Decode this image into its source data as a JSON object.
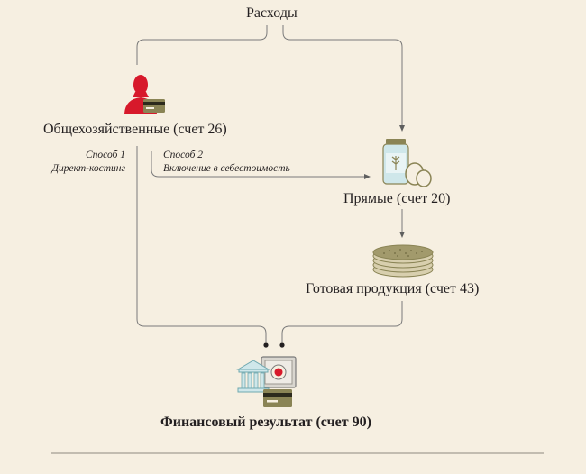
{
  "diagram": {
    "root": "Расходы",
    "overhead": "Общехозяйственные (счет 26)",
    "direct": "Прямые (счет 20)",
    "finished": "Готовая продукция (счет 43)",
    "financial": "Финансовый результат (счет 90)",
    "method1": {
      "title": "Способ 1",
      "name": "Директ-костинг"
    },
    "method2": {
      "title": "Способ 2",
      "name": "Включение в себестоимость"
    }
  },
  "icons": {
    "overhead": "office-worker-with-card-icon",
    "direct": "jar-and-eggs-icon",
    "finished": "stacked-pancakes-icon",
    "financial": "bank-safe-card-icon"
  },
  "colors": {
    "background": "#f6efe1",
    "line": "#7a7a7a",
    "accent_red": "#d7192b",
    "card_olive": "#8a8455",
    "jar_teal": "#cfe7ea",
    "text": "#231f20"
  }
}
